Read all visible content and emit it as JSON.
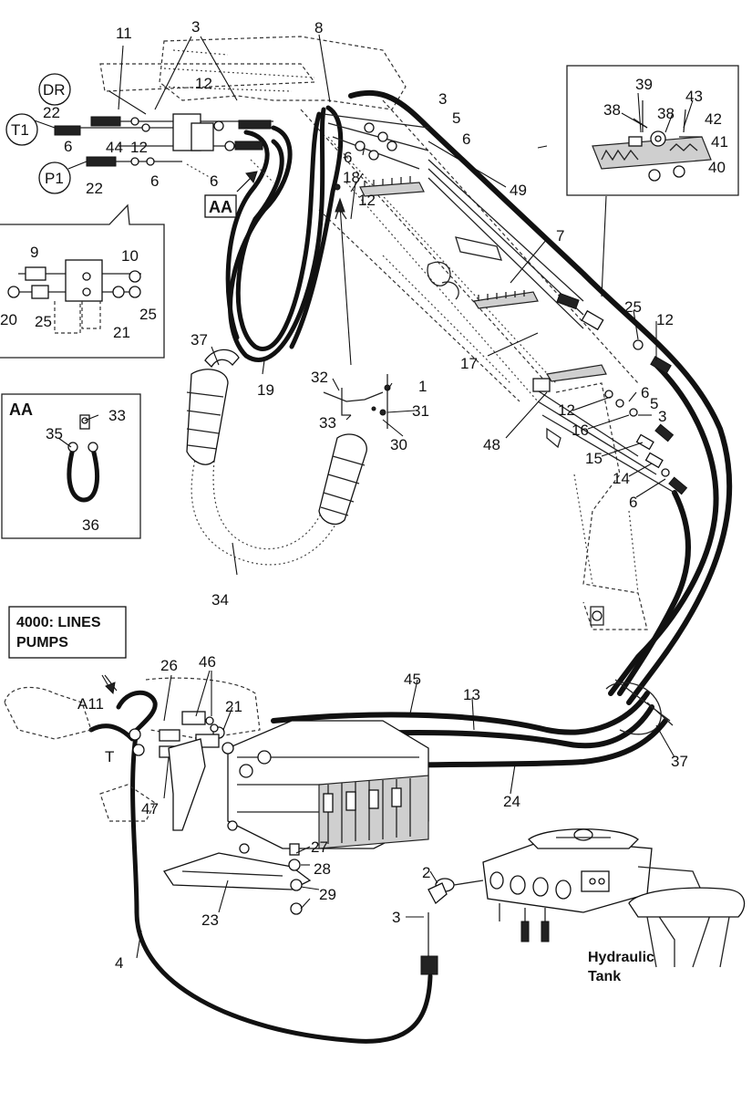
{
  "callouts": {
    "c1": "1",
    "c2": "2",
    "c3": "3",
    "c4": "4",
    "c5": "5",
    "c6": "6",
    "c7": "7",
    "c8": "8",
    "c9": "9",
    "c10": "10",
    "c11": "11",
    "c12": "12",
    "c13": "13",
    "c14": "14",
    "c15": "15",
    "c16": "16",
    "c17": "17",
    "c18": "18",
    "c19": "19",
    "c20": "20",
    "c21": "21",
    "c22": "22",
    "c23": "23",
    "c24": "24",
    "c25": "25",
    "c26": "26",
    "c27": "27",
    "c28": "28",
    "c29": "29",
    "c30": "30",
    "c31": "31",
    "c32": "32",
    "c33": "33",
    "c34": "34",
    "c35": "35",
    "c36": "36",
    "c37": "37",
    "c38": "38",
    "c39": "39",
    "c40": "40",
    "c41": "41",
    "c42": "42",
    "c43": "43",
    "c44": "44",
    "c45": "45",
    "c46": "46",
    "c47": "47",
    "c48": "48",
    "c49": "49"
  },
  "port_labels": {
    "dr": "DR",
    "t1": "T1",
    "p1": "P1",
    "a11": "A11",
    "t": "T"
  },
  "detail_labels": {
    "aa_ref": "AA",
    "aa_inset_title": "AA"
  },
  "note_box": {
    "line1": "4000: LINES",
    "line2": "PUMPS"
  },
  "tank_label": {
    "line1": "Hydraulic",
    "line2": "Tank"
  }
}
